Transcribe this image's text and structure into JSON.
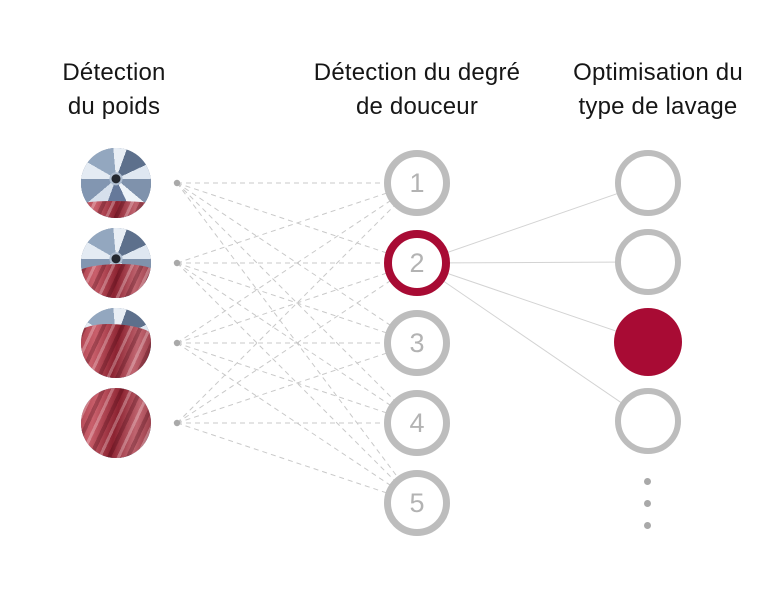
{
  "columns": {
    "weight": {
      "title_line1": "Détection",
      "title_line2": "du poids"
    },
    "softness": {
      "title_line1": "Détection du degré",
      "title_line2": "de douceur"
    },
    "wash": {
      "title_line1": "Optimisation du",
      "title_line2": "type de lavage"
    }
  },
  "weight_inputs": [
    {
      "name": "drum-photo-load-1",
      "fabric_level": "low"
    },
    {
      "name": "drum-photo-load-2",
      "fabric_level": "half"
    },
    {
      "name": "drum-photo-load-3",
      "fabric_level": "high"
    },
    {
      "name": "drum-photo-load-4",
      "fabric_level": "full"
    }
  ],
  "softness_levels": [
    {
      "label": "1",
      "selected": false
    },
    {
      "label": "2",
      "selected": true
    },
    {
      "label": "3",
      "selected": false
    },
    {
      "label": "4",
      "selected": false
    },
    {
      "label": "5",
      "selected": false
    }
  ],
  "wash_outputs": [
    {
      "selected": false
    },
    {
      "selected": false
    },
    {
      "selected": true
    },
    {
      "selected": false
    }
  ],
  "ellipsis_dot_count": 3,
  "connections": {
    "weight_to_softness": "all-to-all",
    "softness_to_wash": {
      "from_label": "2",
      "to_indices": [
        0,
        1,
        2,
        3
      ]
    }
  },
  "colors": {
    "accent_red": "#a80b34",
    "ring_gray": "#bdbdbd",
    "number_gray": "#b3b3b3",
    "dash_line": "#c9c9c9",
    "solid_line": "#d3d3d3",
    "dot_gray": "#a9a9a9",
    "text": "#161616"
  }
}
